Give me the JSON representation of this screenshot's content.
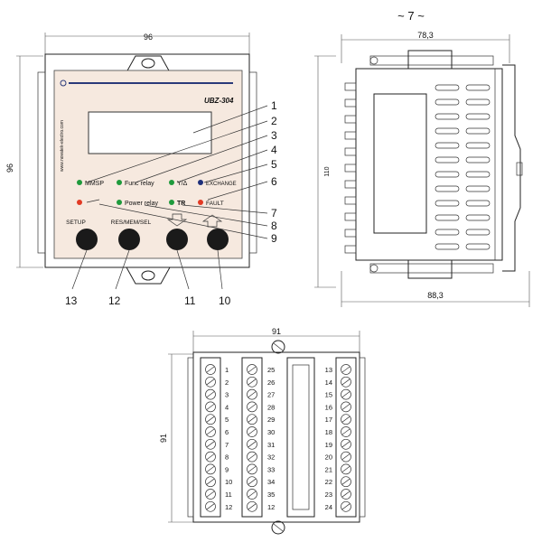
{
  "colors": {
    "panel": "#f6e9df",
    "led_green": "#1f9a3c",
    "led_red": "#e23a24",
    "led_blue": "#1e2f7a",
    "button": "#1a1a1a"
  },
  "front_view": {
    "width_dim": "96",
    "height_dim": "96",
    "model": "UBZ-304",
    "website": "www.novatek-electro.com",
    "led_labels": {
      "mmsp": "MMSP",
      "func_relay": "Func relay",
      "y_delta": "Y/Δ",
      "exchange": "EXCHANGE",
      "power_relay": "Power relay",
      "tr": "TR",
      "fault": "FAULT"
    },
    "button_labels": {
      "setup": "SETUP",
      "res_mem_sel": "RES/MEM/SEL"
    },
    "callouts": [
      "1",
      "2",
      "3",
      "4",
      "5",
      "6",
      "7",
      "8",
      "9",
      "10",
      "11",
      "12",
      "13"
    ]
  },
  "side_view": {
    "approx_label": "~ 7 ~",
    "top_dim": "78,3",
    "bottom_dim": "88,3",
    "height_dim": "110"
  },
  "bottom_view": {
    "width_dim": "91",
    "height_dim": "91",
    "left_terminals": [
      "1",
      "2",
      "3",
      "4",
      "5",
      "6",
      "7",
      "8",
      "9",
      "10",
      "11",
      "12"
    ],
    "middle_terminals": [
      "25",
      "26",
      "27",
      "28",
      "29",
      "30",
      "31",
      "32",
      "33",
      "34",
      "35",
      "12"
    ],
    "right_terminals": [
      "13",
      "14",
      "15",
      "16",
      "17",
      "18",
      "19",
      "20",
      "21",
      "22",
      "23",
      "24"
    ]
  }
}
